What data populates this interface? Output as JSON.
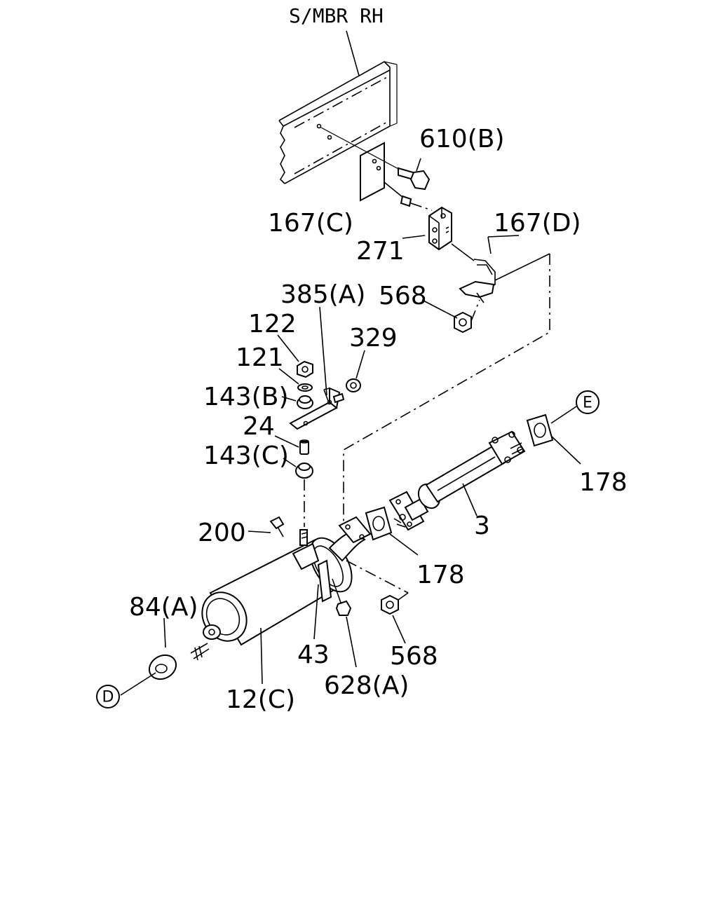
{
  "diagram": {
    "header_label": "S/MBR RH",
    "part_labels": {
      "p610b": "610(B)",
      "p167c": "167(C)",
      "p271": "271",
      "p167d": "167(D)",
      "p385a": "385(A)",
      "p568_top": "568",
      "p122": "122",
      "p329": "329",
      "p121": "121",
      "p143b": "143(B)",
      "p24": "24",
      "p143c": "143(C)",
      "p178_right": "178",
      "p3": "3",
      "p200": "200",
      "p178_mid": "178",
      "p84a": "84(A)",
      "p568_bottom": "568",
      "p43": "43",
      "p628a": "628(A)",
      "p12c": "12(C)"
    },
    "reference_markers": {
      "ref_e": "E",
      "ref_d": "D"
    }
  }
}
